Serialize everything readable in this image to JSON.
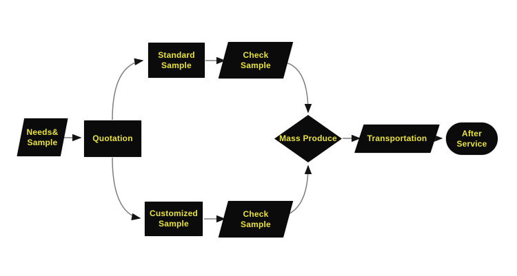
{
  "diagram": {
    "type": "flowchart",
    "colors": {
      "node_fill": "#0b0b0b",
      "label": "#e9e23c",
      "connector": "#7d7d7d",
      "arrowhead": "#141414",
      "background": "#ffffff"
    },
    "nodes": {
      "needs_sample": {
        "label": "Needs&\nSample",
        "shape": "parallelogram"
      },
      "quotation": {
        "label": "Quotation",
        "shape": "rectangle"
      },
      "standard_sample": {
        "label": "Standard\nSample",
        "shape": "rectangle"
      },
      "check_sample_top": {
        "label": "Check\nSample",
        "shape": "parallelogram"
      },
      "customized_sample": {
        "label": "Customized\nSample",
        "shape": "rectangle"
      },
      "check_sample_bottom": {
        "label": "Check\nSample",
        "shape": "parallelogram"
      },
      "mass_produce": {
        "label": "Mass Produce",
        "shape": "diamond"
      },
      "transportation": {
        "label": "Transportation",
        "shape": "parallelogram"
      },
      "after_service": {
        "label": "After Service",
        "shape": "stadium"
      }
    },
    "edges": [
      {
        "from": "needs_sample",
        "to": "quotation"
      },
      {
        "from": "quotation",
        "to": "standard_sample"
      },
      {
        "from": "quotation",
        "to": "customized_sample"
      },
      {
        "from": "standard_sample",
        "to": "check_sample_top"
      },
      {
        "from": "customized_sample",
        "to": "check_sample_bottom"
      },
      {
        "from": "check_sample_top",
        "to": "mass_produce"
      },
      {
        "from": "check_sample_bottom",
        "to": "mass_produce"
      },
      {
        "from": "mass_produce",
        "to": "transportation"
      },
      {
        "from": "transportation",
        "to": "after_service"
      }
    ]
  }
}
